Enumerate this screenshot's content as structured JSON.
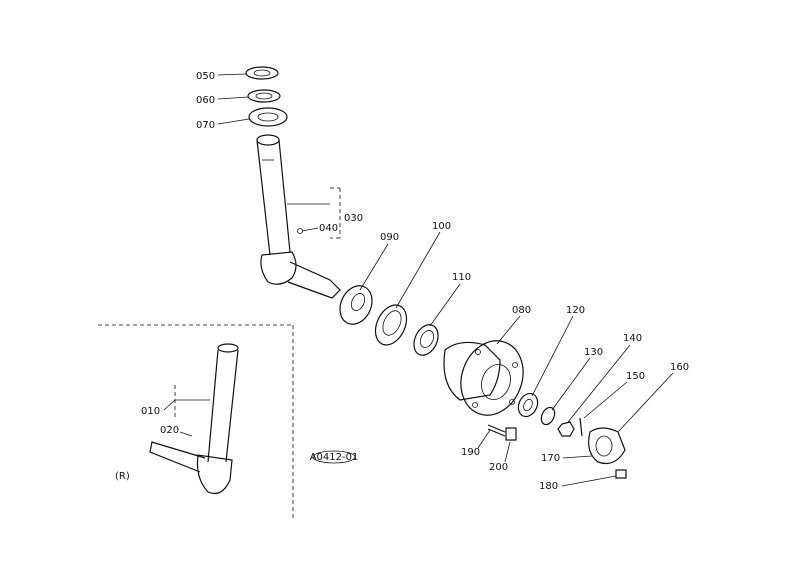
{
  "diagram_code": "A0412-01",
  "inset_label": "(R)",
  "callouts": {
    "c010": "010",
    "c020": "020",
    "c030": "030",
    "c040": "040",
    "c050": "050",
    "c060": "060",
    "c070": "070",
    "c080": "080",
    "c090": "090",
    "c100": "100",
    "c110": "110",
    "c120": "120",
    "c130": "130",
    "c140": "140",
    "c150": "150",
    "c160": "160",
    "c170": "170",
    "c180": "180",
    "c190": "190",
    "c200": "200"
  }
}
